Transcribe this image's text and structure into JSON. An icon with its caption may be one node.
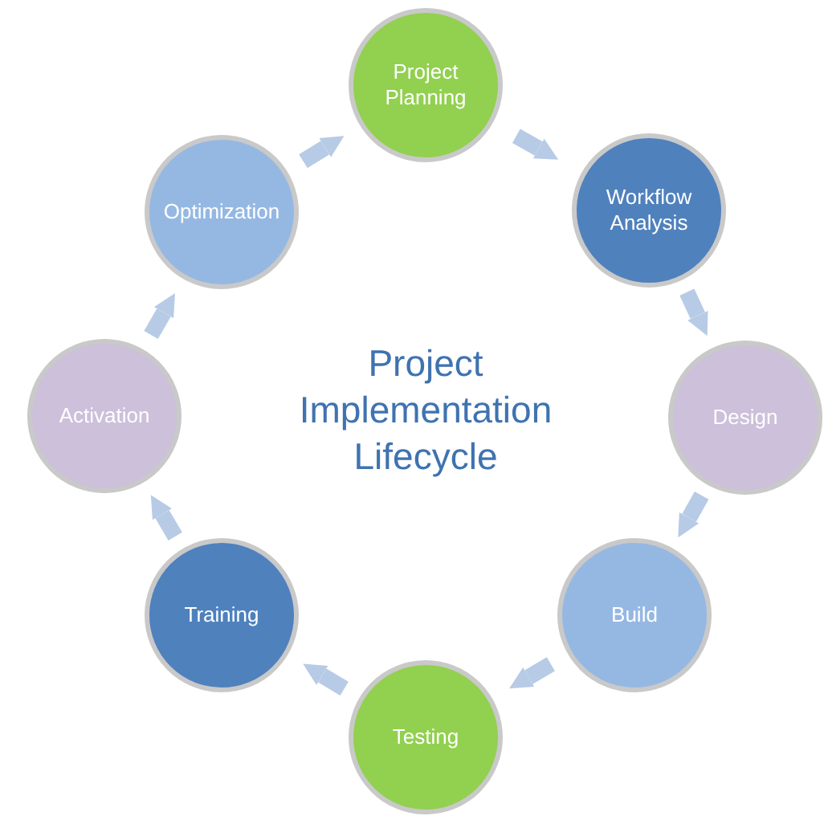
{
  "diagram": {
    "title": "Project Implementation Lifecycle",
    "nodes": [
      {
        "text": [
          "Project Planning"
        ]
      },
      {
        "text": [
          "Workflow Analysis"
        ]
      },
      {
        "text": [
          "Design"
        ]
      },
      {
        "text": [
          "Build"
        ]
      },
      {
        "text": [
          "Testing"
        ]
      },
      {
        "text": [
          "Training"
        ]
      },
      {
        "text": [
          "Activation"
        ]
      },
      {
        "text": [
          "Optimization"
        ]
      }
    ],
    "edges": [
      {
        "from": 0,
        "to": 1,
        "arrow": "to"
      },
      {
        "from": 1,
        "to": 2,
        "arrow": "to"
      },
      {
        "from": 2,
        "to": 3,
        "arrow": "to"
      },
      {
        "from": 3,
        "to": 4,
        "arrow": "to"
      },
      {
        "from": 4,
        "to": 5,
        "arrow": "to"
      },
      {
        "from": 5,
        "to": 6,
        "arrow": "to"
      },
      {
        "from": 6,
        "to": 7,
        "arrow": "to"
      },
      {
        "from": 7,
        "to": 0,
        "arrow": "to"
      }
    ]
  }
}
